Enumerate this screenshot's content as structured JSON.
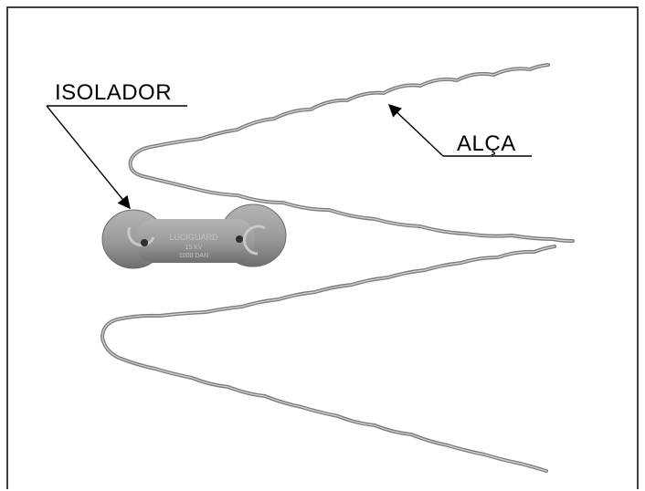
{
  "labels": {
    "isolador": "ISOLADOR",
    "alca": "ALÇA"
  },
  "insulator_marking": {
    "line1": "LUCIGUARD",
    "line2": "15 KV",
    "line3": "1000 DAN"
  },
  "colors": {
    "frame": "#000000",
    "wire": "#8a8a8a",
    "wire_highlight": "#d8d8d8",
    "insulator_body": "#9a9a9a",
    "insulator_shadow": "#6e6e6e"
  }
}
